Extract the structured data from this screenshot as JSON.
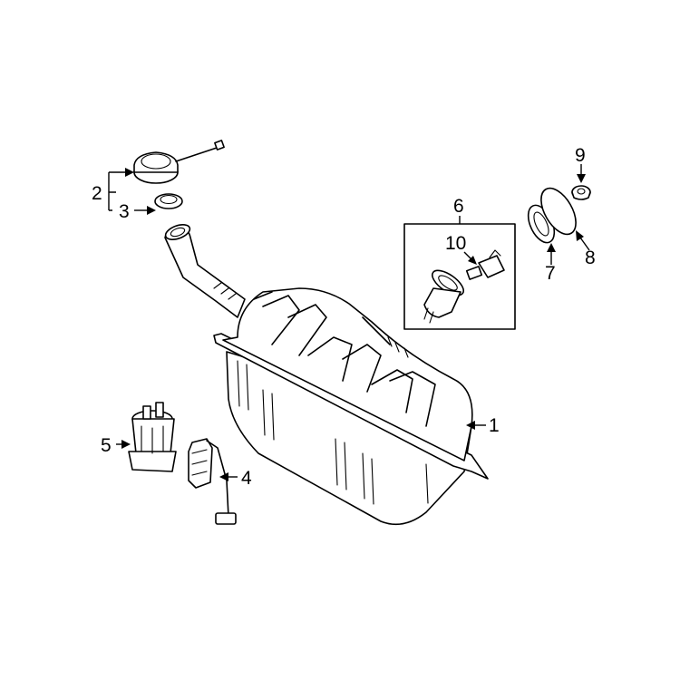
{
  "callouts": {
    "c1": "1",
    "c2": "2",
    "c3": "3",
    "c4": "4",
    "c5": "5",
    "c6": "6",
    "c7": "7",
    "c8": "8",
    "c9": "9",
    "c10": "10"
  },
  "colors": {
    "ink": "#000000",
    "background": "#ffffff"
  }
}
